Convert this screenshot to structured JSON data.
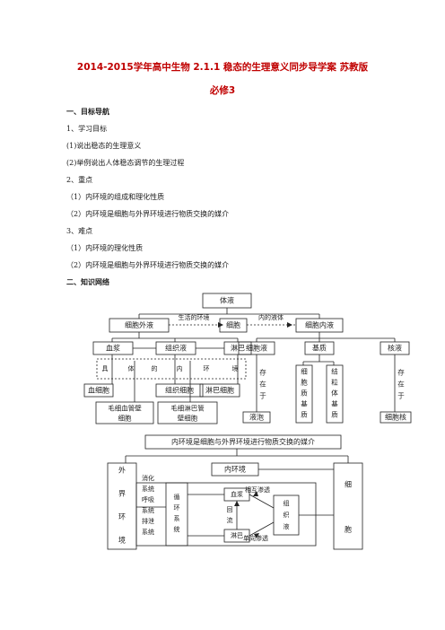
{
  "title_line1": "2014-2015学年高中生物 2.1.1 稳态的生理意义同步导学案 苏教版",
  "title_line2": "必修3",
  "sec1": "一、目标导航",
  "goals_head": "1、学习目标",
  "goal1": "(1)说出稳态的生理意义",
  "goal2": "(2)举例说出人体稳态调节的生理过程",
  "key_head": "2、重点",
  "key1": "（1）内环境的组成和理化性质",
  "key2": "（2）内环境是细胞与外界环境进行物质交换的媒介",
  "diff_head": "3、难点",
  "diff1": "（1）内环境的理化性质",
  "diff2": "（2）内环境是细胞与外界环境进行物质交换的媒介",
  "sec2": "二、知识网络",
  "d1": {
    "tiye": "体液",
    "xibaowaiye": "细胞外液",
    "xibao": "细胞",
    "xibaoneiye": "细胞内液",
    "shenghuo": "生活的环境",
    "neidesuo": "内的液体",
    "xuejiang": "血浆",
    "zuzhiye": "组织液",
    "linba": "淋巴",
    "ju_chars": [
      "具",
      "体",
      "的",
      "内",
      "环",
      "境"
    ],
    "xuexibao": "血细胞",
    "zuzhixibao": "组织细胞",
    "linbaxibao": "淋巴细胞",
    "maoxi1": "毛细血管壁",
    "maoxi1b": "细胞",
    "maoxi2": "毛细淋巴管",
    "maoxi2b": "壁细胞",
    "xibaoye": "细胞液",
    "jizhi": "基质",
    "heye": "核液",
    "cunzaiyu": [
      "存",
      "在",
      "于"
    ],
    "paopao": "液泡",
    "xibaozhi_chars": [
      "细",
      "胞",
      "质",
      "基",
      "质"
    ],
    "jieli_chars": [
      "结",
      "粒",
      "体",
      "基",
      "质"
    ],
    "xibaohe": "细胞核"
  },
  "d2": {
    "banner": "内环境是细胞与外界环境进行物质交换的媒介",
    "waijie": [
      "外",
      "界",
      "环",
      "境"
    ],
    "xitong": [
      "消化",
      "系统",
      "呼吸",
      "系统",
      "排泄",
      "系统"
    ],
    "neihuanjing": "内环境",
    "xunhuan": [
      "循",
      "环",
      "系",
      "统"
    ],
    "xuejiang": "血浆",
    "huiliu": [
      "回",
      "流"
    ],
    "linba": "淋巴",
    "zuzhiye": [
      "组",
      "织",
      "液"
    ],
    "xianghu": "相互渗透",
    "danxiang": "单向渗透",
    "xibao": [
      "细",
      "胞"
    ]
  }
}
